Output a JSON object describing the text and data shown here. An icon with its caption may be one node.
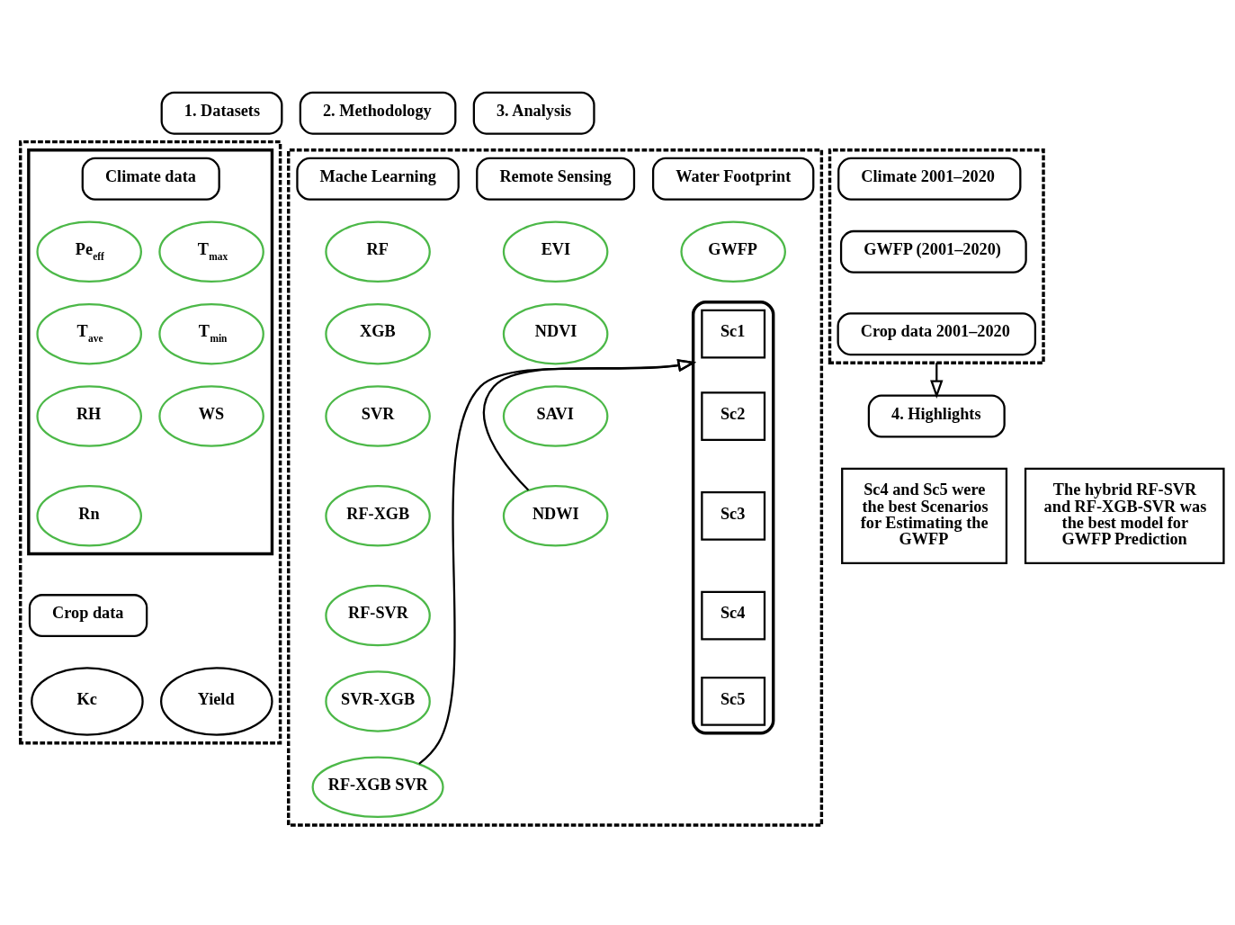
{
  "diagram": {
    "nodes": [
      {
        "text": [
          "1. Datasets"
        ]
      },
      {
        "text": [],
        "shape": "box"
      },
      {
        "text": [],
        "shape": "box",
        "in": 1
      },
      {
        "text": [
          "Climate data"
        ],
        "in": 2
      },
      {
        "text": [
          "Pe$_{eff}$"
        ],
        "in": 2
      },
      {
        "text": [
          "T$_{max}$"
        ],
        "in": 2
      },
      {
        "text": [
          "T$_{ave}$"
        ],
        "in": 2
      },
      {
        "text": [
          "T$_{min}$"
        ],
        "in": 2
      },
      {
        "text": [
          "RH"
        ],
        "in": 2
      },
      {
        "text": [
          "WS"
        ],
        "in": 2
      },
      {
        "text": [
          "Rn"
        ],
        "in": 2
      },
      {
        "text": [
          "Crop data"
        ],
        "in": 1
      },
      {
        "text": [
          "Kc"
        ],
        "in": 1
      },
      {
        "text": [
          "Yield"
        ],
        "in": 1
      },
      {
        "text": [
          "2. Methodology"
        ]
      },
      {
        "text": [],
        "shape": "box"
      },
      {
        "text": [
          "Mache Learning"
        ],
        "in": 15
      },
      {
        "text": [
          "Remote Sensing"
        ],
        "in": 15
      },
      {
        "text": [
          "Water Footprint"
        ],
        "in": 15
      },
      {
        "text": [
          "RF"
        ],
        "in": 15
      },
      {
        "text": [
          "XGB"
        ],
        "in": 15
      },
      {
        "text": [
          "SVR"
        ],
        "in": 15
      },
      {
        "text": [
          "RF-XGB"
        ],
        "in": 15
      },
      {
        "text": [
          "RF-SVR"
        ],
        "in": 15
      },
      {
        "text": [
          "SVR-XGB"
        ],
        "in": 15
      },
      {
        "text": [
          "RF-XGB SVR"
        ],
        "in": 15
      },
      {
        "text": [
          "EVI"
        ],
        "in": 15
      },
      {
        "text": [
          "NDVI"
        ],
        "in": 15
      },
      {
        "text": [
          "SAVI"
        ],
        "in": 15
      },
      {
        "text": [
          "NDWI"
        ],
        "in": 15
      },
      {
        "text": [
          "GWFP"
        ],
        "in": 15
      },
      {
        "text": [],
        "shape": "box",
        "in": 15
      },
      {
        "text": [
          "Sc1"
        ],
        "in": 31
      },
      {
        "text": [
          "Sc2"
        ],
        "in": 31
      },
      {
        "text": [
          "Sc3"
        ],
        "in": 31
      },
      {
        "text": [
          "Sc4"
        ],
        "in": 31
      },
      {
        "text": [
          "Sc5"
        ],
        "in": 31
      },
      {
        "text": [
          "3. Analysis"
        ]
      },
      {
        "text": [],
        "shape": "box"
      },
      {
        "text": [
          "Climate 2001–2020"
        ],
        "in": 38
      },
      {
        "text": [
          "GWFP (2001–2020)"
        ],
        "in": 38
      },
      {
        "text": [
          "Crop data 2001–2020"
        ],
        "in": 38
      },
      {
        "text": [
          "4. Highlights"
        ]
      },
      {
        "text": [
          "Sc4 and Sc5 were the best Scenarios for Estimating the GWFP"
        ]
      },
      {
        "text": [
          "The hybrid RF-SVR and RF-XGB-SVR was the best model for GWFP Prediction"
        ]
      }
    ],
    "edges": [
      {
        "from": 29,
        "to": 31,
        "arrow": "to"
      },
      {
        "from": 25,
        "to": 31,
        "arrow": "to"
      },
      {
        "from": 38,
        "to": 42,
        "arrow": "to"
      }
    ]
  }
}
